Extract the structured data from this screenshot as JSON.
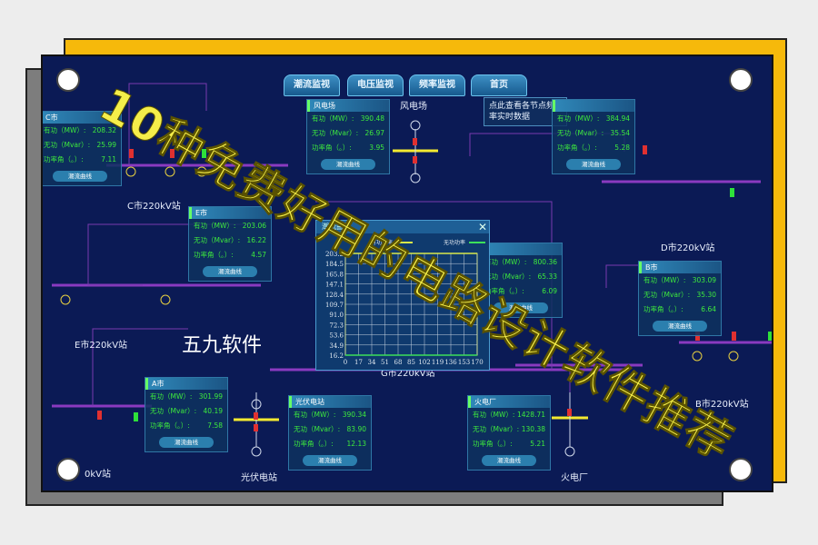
{
  "tabs": [
    "潮流监视",
    "电压监视",
    "频率监视",
    "首页"
  ],
  "tooltip": "点此查看各节点频率实时数据",
  "row_labels": {
    "p": "有功（MW）:",
    "q": "无功（Mvar）:",
    "a": "功率角（。）:"
  },
  "button_label": "潮流曲线",
  "panels": [
    {
      "title": "C市",
      "p": "208.32",
      "q": "25.99",
      "a": "7.11"
    },
    {
      "title": "风电场",
      "p": "390.48",
      "q": "26.97",
      "a": "3.95"
    },
    {
      "title": "",
      "p": "384.94",
      "q": "35.54",
      "a": "5.28"
    },
    {
      "title": "E市",
      "p": "203.06",
      "q": "16.22",
      "a": "4.57"
    },
    {
      "title": "",
      "p": "800.36",
      "q": "65.33",
      "a": "6.09"
    },
    {
      "title": "B市",
      "p": "303.09",
      "q": "35.30",
      "a": "6.64"
    },
    {
      "title": "A市",
      "p": "301.99",
      "q": "40.19",
      "a": "7.58"
    },
    {
      "title": "光伏电站",
      "p": "390.34",
      "q": "83.90",
      "a": "12.13"
    },
    {
      "title": "火电厂",
      "p": "1428.71",
      "q": "130.38",
      "a": "5.21"
    }
  ],
  "station_labels": {
    "wind": "风电场",
    "c": "C市220kV站",
    "d": "D市220kV站",
    "e": "E市220kV站",
    "g": "G市220kV站",
    "b": "B市220kV站",
    "a": "0kV站",
    "pv": "光伏电站",
    "thermal": "火电厂"
  },
  "chart_window_title": "潮流曲线",
  "chart_data": {
    "type": "line",
    "yticks": [
      "203.2",
      "184.5",
      "165.8",
      "147.1",
      "128.4",
      "109.7",
      "91.0",
      "72.3",
      "53.6",
      "34.9",
      "16.2"
    ],
    "xticks": [
      "0",
      "17",
      "34",
      "51",
      "68",
      "85",
      "102",
      "119",
      "136",
      "153",
      "170"
    ],
    "ylim": [
      16.2,
      203.2
    ],
    "xlim": [
      0,
      170
    ],
    "grid": true,
    "legend": "top-right",
    "series": [
      {
        "name": "有功功率",
        "color": "#d8e84a",
        "x": [
          0,
          170
        ],
        "y": [
          203.2,
          203.2
        ]
      },
      {
        "name": "无功功率",
        "color": "#3de05a",
        "x": [
          0,
          170
        ],
        "y": [
          16.2,
          16.2
        ]
      }
    ]
  },
  "brand": "五九软件",
  "overlay_title": "10种免费好用的电路设计软件推荐",
  "colors": {
    "background": "#0b1a55",
    "frame": "#f6b90b",
    "value": "#3dea3d",
    "bus": "#8a3ac0"
  }
}
